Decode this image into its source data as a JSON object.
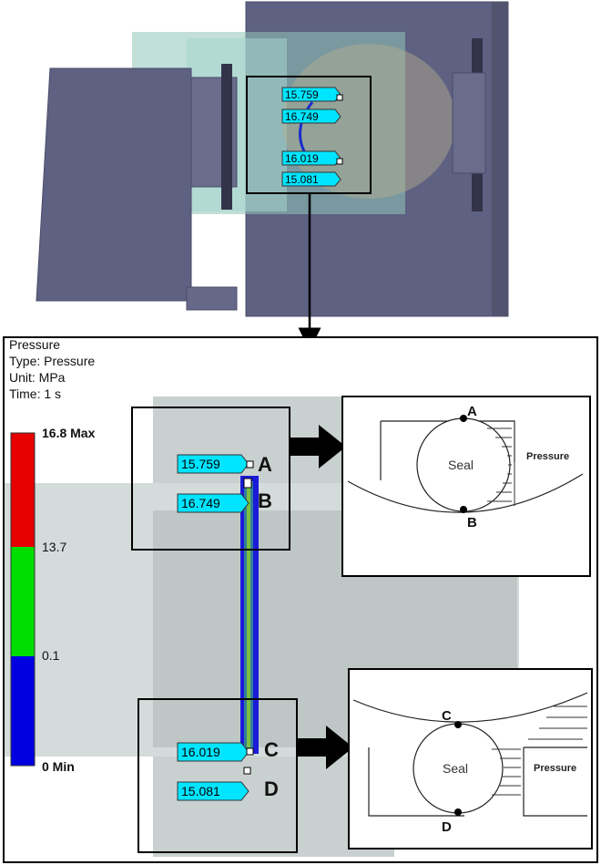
{
  "legend": {
    "title": "Pressure",
    "type": "Type: Pressure",
    "unit": "Unit: MPa",
    "time": "Time: 1 s"
  },
  "colorbar": {
    "max_label": "16.8 Max",
    "mid_high_label": "13.7",
    "mid_low_label": "0.1",
    "min_label": "0 Min",
    "colors": [
      "#e60000",
      "#00dd00",
      "#0000e0"
    ]
  },
  "top_probes": [
    "15.759",
    "16.749",
    "16.019",
    "15.081"
  ],
  "main_probes": {
    "A": {
      "value": "15.759",
      "letter": "A"
    },
    "B": {
      "value": "16.749",
      "letter": "B"
    },
    "C": {
      "value": "16.019",
      "letter": "C"
    },
    "D": {
      "value": "15.081",
      "letter": "D"
    }
  },
  "detail_top": {
    "seal": "Seal",
    "pressure": "Pressure",
    "point_a": "A",
    "point_b": "B"
  },
  "detail_bottom": {
    "seal": "Seal",
    "pressure": "Pressure",
    "point_c": "C",
    "point_d": "D"
  },
  "colors": {
    "probe_fill": "#00e5ff",
    "model_body": "#5f6182",
    "model_face": "#6e7090",
    "frame": "#000000"
  }
}
